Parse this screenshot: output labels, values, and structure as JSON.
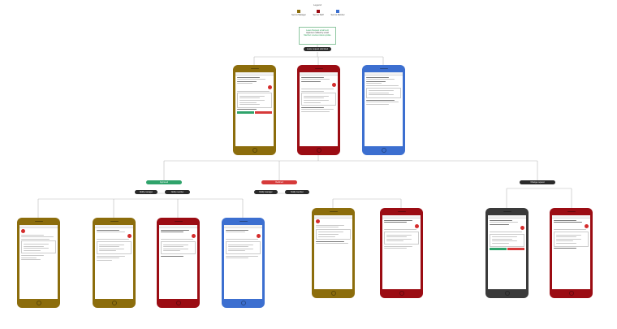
{
  "diagram": {
    "legend": {
      "title": "Legend",
      "items": [
        {
          "label": "Sent to Manager",
          "color": "#8c6d0c"
        },
        {
          "label": "Sent to Staff",
          "color": "#9b0c13"
        },
        {
          "label": "Sent to Member",
          "color": "#3c6fd0"
        }
      ]
    },
    "note": {
      "line1": "Leave Request email sent",
      "line2": "Approver notified by email",
      "line3": "Member receives status update"
    },
    "root_label": "Leave request submitted",
    "branches": [
      {
        "label": "Approved",
        "color": "#2fa36b"
      },
      {
        "label": "Declined",
        "color": "#d63a3a"
      },
      {
        "label": "Change request",
        "color": "#2a2a2a"
      }
    ],
    "sub_labels": [
      "Notify manager",
      "Notify member",
      "Notify manager",
      "Notify member"
    ],
    "colors": {
      "manager": "#8c6d0c",
      "staff": "#9b0c13",
      "member": "#3c6fd0",
      "other": "#3a3a3a"
    }
  }
}
